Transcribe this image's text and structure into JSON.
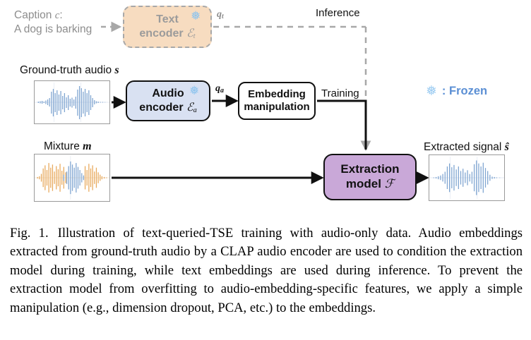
{
  "figure": {
    "caption_input": {
      "line1": "Caption c:",
      "line1_prefix": "Caption",
      "line1_symbol": "c",
      "line1_suffix": ":",
      "line2": "A dog is barking"
    },
    "labels": {
      "ground_truth_audio": "Ground-truth audio",
      "ground_truth_audio_symbol": "s",
      "mixture": "Mixture",
      "mixture_symbol": "m",
      "extracted_signal": "Extracted signal",
      "extracted_signal_symbol": "ŝ",
      "inference": "Inference",
      "training": "Training",
      "qt": "q",
      "qt_sub": "t",
      "qa": "q",
      "qa_sub": "a"
    },
    "boxes": {
      "text_encoder": {
        "line1": "Text",
        "line2": "encoder",
        "symbol": "ℰ",
        "symbol_sub": "t",
        "fill": "#f7dcc0",
        "border": "#a8a8a8",
        "text_color": "#9b9b9b",
        "frozen": true
      },
      "audio_encoder": {
        "line1": "Audio",
        "line2": "encoder",
        "symbol": "ℰ",
        "symbol_sub": "a",
        "fill": "#d9e1f2",
        "border": "#111111",
        "text_color": "#111111",
        "frozen": true
      },
      "embedding_manipulation": {
        "line1": "Embedding",
        "line2": "manipulation",
        "fill": "#ffffff",
        "border": "#111111",
        "text_color": "#111111",
        "frozen": false
      },
      "extraction_model": {
        "line1": "Extraction",
        "line2": "model",
        "symbol": "ℱ",
        "fill": "#c9a8d8",
        "border": "#111111",
        "text_color": "#111111",
        "frozen": false
      }
    },
    "legend": {
      "icon": "snowflake-icon",
      "glyph": "❅",
      "text": ": Frozen",
      "color": "#5b8fd4",
      "icon_color": "#9ecdf2"
    },
    "waveform_colors": {
      "target": "#7fa5d1",
      "interference": "#e8a95c",
      "frame_border": "#9a9a9a"
    }
  },
  "caption": {
    "figure_number": "Fig. 1.",
    "text": "Illustration of text-queried-TSE training with audio-only data. Audio embeddings extracted from ground-truth audio by a CLAP audio encoder are used to condition the extraction model during training, while text embeddings are used during inference. To prevent the extraction model from overfitting to audio-embedding-specific features, we apply a simple manipulation (e.g., dimension dropout, PCA, etc.) to the embeddings."
  }
}
